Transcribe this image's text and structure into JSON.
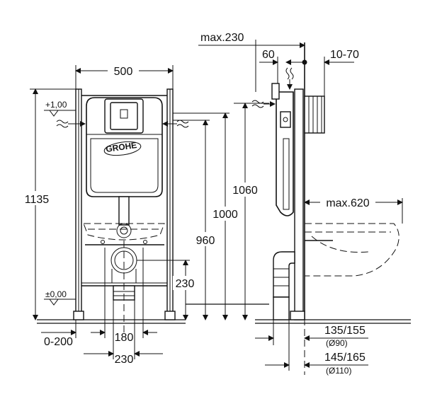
{
  "front_view": {
    "width_label": "500",
    "height_label": "1135",
    "level_top_label": "+1,00",
    "level_bottom_label": "±0,00",
    "brand_label": "GROHE",
    "drain_height_label": "230",
    "offset_label": "0-200",
    "spacing_label": "180",
    "bottom_spacing_label": "230",
    "h_960_label": "960",
    "h_1000_label": "1000",
    "h_1060_label": "1060"
  },
  "side_view": {
    "max_230_label": "max.230",
    "depth_60_label": "60",
    "range_10_70_label": "10-70",
    "max_620_label": "max.620",
    "dim_135_155_label": "135/155",
    "dim_d90_label": "(Ø90)",
    "dim_145_165_label": "145/165",
    "dim_d110_label": "(Ø110)"
  }
}
